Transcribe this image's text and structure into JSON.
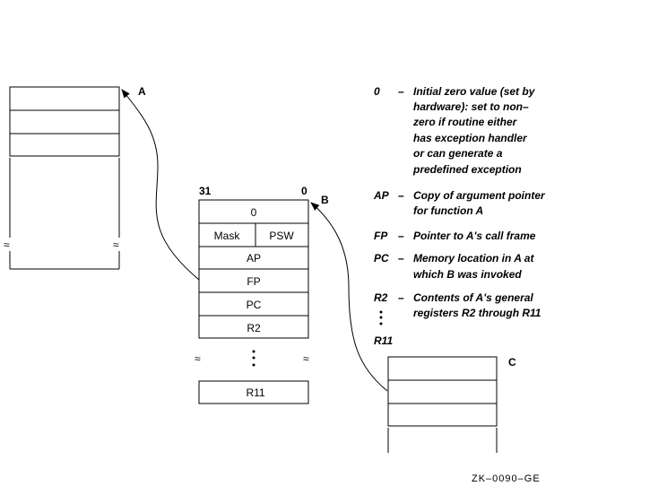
{
  "frames": {
    "a": {
      "label": "A",
      "break_symbol": "≈"
    },
    "b": {
      "label": "B",
      "bit_high": "31",
      "bit_low": "0",
      "rows": [
        "0",
        "Mask",
        "PSW",
        "AP",
        "FP",
        "PC",
        "R2"
      ],
      "ellipsis_break": "≈",
      "last_row": "R11"
    },
    "c": {
      "label": "C"
    }
  },
  "legend": [
    {
      "key": "0",
      "dash": "–",
      "lines": [
        "Initial zero value (set by",
        "hardware): set to non–",
        "zero if routine either",
        "has exception handler",
        "or can generate a",
        "predefined exception"
      ]
    },
    {
      "key": "AP",
      "dash": "–",
      "lines": [
        "Copy of argument pointer",
        "for function A"
      ]
    },
    {
      "key": "FP",
      "dash": "–",
      "lines": [
        "Pointer to A's call frame"
      ]
    },
    {
      "key": "PC",
      "dash": "–",
      "lines": [
        "Memory location in A at",
        "which B was invoked"
      ]
    },
    {
      "key": "R2",
      "dash": "–",
      "lines": [
        "Contents of A's general",
        "registers R2 through R11"
      ]
    },
    {
      "key": "R11",
      "dash": "",
      "lines": []
    }
  ],
  "figure_id": "ZK–0090–GE"
}
